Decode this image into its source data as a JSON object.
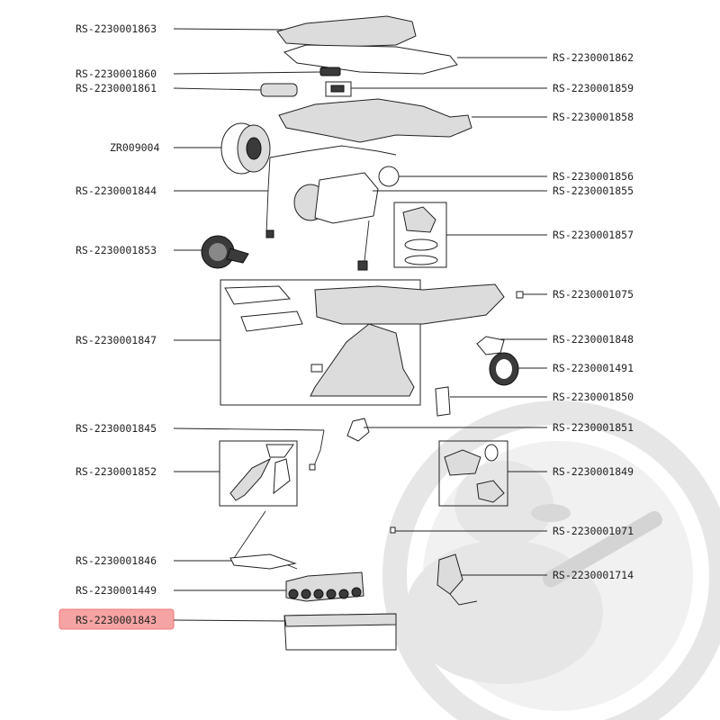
{
  "diagram": {
    "left_labels": [
      {
        "id": "p1863",
        "text": "RS-2230001863"
      },
      {
        "id": "p1860",
        "text": "RS-2230001860"
      },
      {
        "id": "p1861",
        "text": "RS-2230001861"
      },
      {
        "id": "zr9004",
        "text": "ZR009004"
      },
      {
        "id": "p1844",
        "text": "RS-2230001844"
      },
      {
        "id": "p1853",
        "text": "RS-2230001853"
      },
      {
        "id": "p1847",
        "text": "RS-2230001847"
      },
      {
        "id": "p1845",
        "text": "RS-2230001845"
      },
      {
        "id": "p1852",
        "text": "RS-2230001852"
      },
      {
        "id": "p1846",
        "text": "RS-2230001846"
      },
      {
        "id": "p1449",
        "text": "RS-2230001449"
      },
      {
        "id": "p1843",
        "text": "RS-2230001843",
        "highlighted": true
      }
    ],
    "right_labels": [
      {
        "id": "p1862",
        "text": "RS-2230001862"
      },
      {
        "id": "p1859",
        "text": "RS-2230001859"
      },
      {
        "id": "p1858",
        "text": "RS-2230001858"
      },
      {
        "id": "p1856",
        "text": "RS-2230001856"
      },
      {
        "id": "p1855",
        "text": "RS-2230001855"
      },
      {
        "id": "p1857",
        "text": "RS-2230001857"
      },
      {
        "id": "p1075",
        "text": "RS-2230001075"
      },
      {
        "id": "p1848",
        "text": "RS-2230001848"
      },
      {
        "id": "p1491",
        "text": "RS-2230001491"
      },
      {
        "id": "p1850",
        "text": "RS-2230001850"
      },
      {
        "id": "p1851",
        "text": "RS-2230001851"
      },
      {
        "id": "p1849",
        "text": "RS-2230001849"
      },
      {
        "id": "p1071",
        "text": "RS-2230001071"
      },
      {
        "id": "p1714",
        "text": "RS-2230001714"
      }
    ],
    "colors": {
      "highlight": "#f6a3a3",
      "line": "#222222",
      "watermark": "#e6e6e6"
    }
  }
}
